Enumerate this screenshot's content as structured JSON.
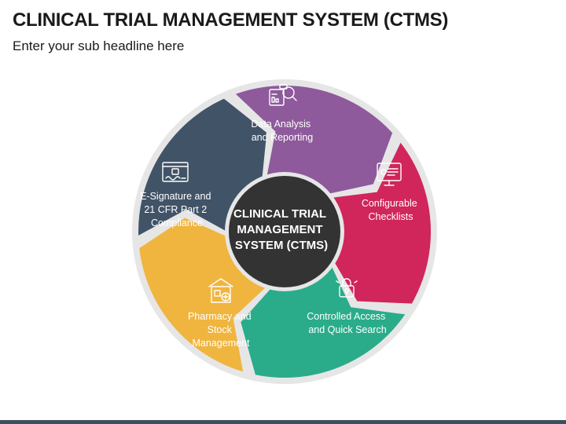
{
  "header": {
    "title": "CLINICAL TRIAL MANAGEMENT SYSTEM (CTMS)",
    "subtitle": "Enter your sub headline here"
  },
  "center": {
    "lines": [
      "CLINICAL TRIAL",
      "MANAGEMENT",
      "SYSTEM (CTMS)"
    ],
    "color": "#333333"
  },
  "segments": [
    {
      "lines": [
        "Data Analysis",
        "and Reporting"
      ],
      "color": "#8e5a9b",
      "icon": "data-analysis-icon"
    },
    {
      "lines": [
        "Configurable",
        "Checklists"
      ],
      "color": "#d0265c",
      "icon": "checklist-monitor-icon"
    },
    {
      "lines": [
        "Controlled Access",
        "and Quick Search"
      ],
      "color": "#2aac8b",
      "icon": "access-control-icon"
    },
    {
      "lines": [
        "Pharmacy and",
        "Stock",
        "Management"
      ],
      "color": "#f0b53f",
      "icon": "pharmacy-stock-icon"
    },
    {
      "lines": [
        "E-Signature and",
        "21 CFR Part 2",
        "Compliance"
      ],
      "color": "#415367",
      "icon": "e-signature-icon"
    }
  ],
  "ring_color": "#e6e6e6",
  "bar_color": "#3d4f5f"
}
